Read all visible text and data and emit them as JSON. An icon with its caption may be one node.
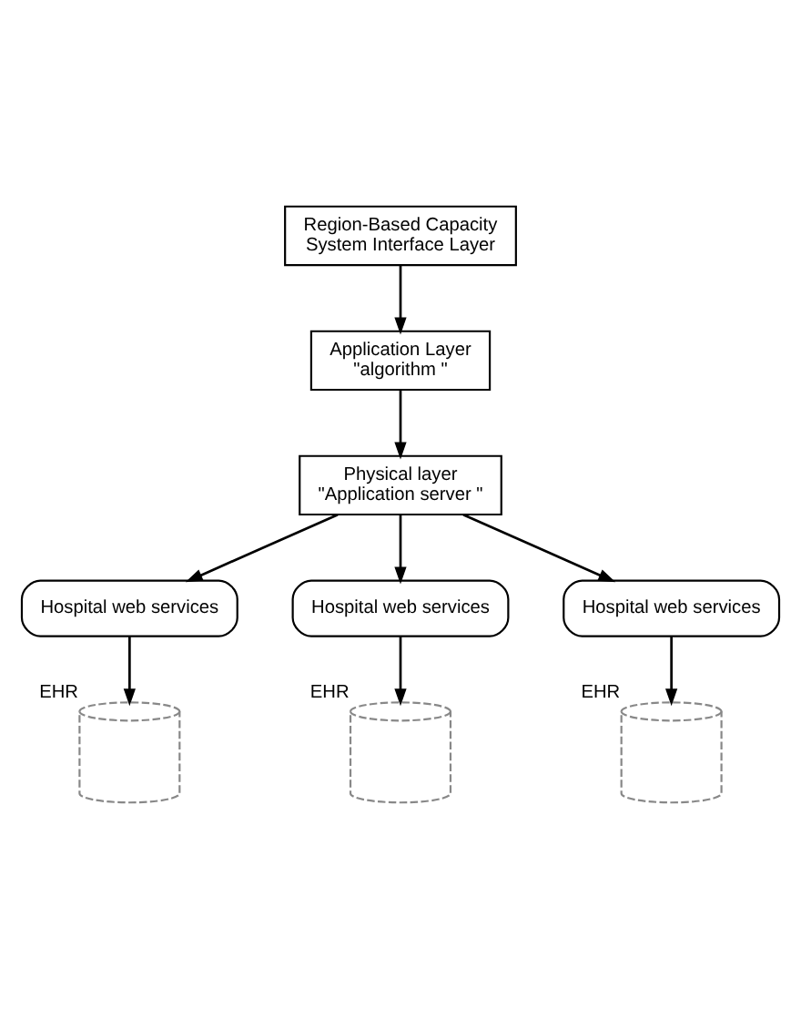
{
  "diagram": {
    "nodes": [
      {
        "text": [
          "Region-Based Capacity System Interface Layer"
        ]
      },
      {
        "text": [
          "Application Layer",
          "\"algorithm \""
        ]
      },
      {
        "text": [
          "Physical layer",
          "\"Application server \""
        ]
      },
      {
        "text": [
          "Hospital web services"
        ]
      },
      {
        "text": [
          "Hospital web services"
        ]
      },
      {
        "text": [
          "Hospital web services"
        ]
      },
      {
        "text": [],
        "shape": "cylinder",
        "beside": [
          "EHR"
        ]
      },
      {
        "text": [],
        "shape": "cylinder",
        "beside": [
          "EHR"
        ]
      },
      {
        "text": [],
        "shape": "cylinder",
        "beside": [
          "EHR"
        ]
      }
    ],
    "edges": [
      {
        "from": 0,
        "to": 1,
        "arrow": "to"
      },
      {
        "from": 1,
        "to": 2,
        "arrow": "to"
      },
      {
        "from": 2,
        "to": 3,
        "arrow": "to"
      },
      {
        "from": 2,
        "to": 4,
        "arrow": "to"
      },
      {
        "from": 2,
        "to": 5,
        "arrow": "to"
      },
      {
        "from": 3,
        "to": 6,
        "arrow": "to"
      },
      {
        "from": 4,
        "to": 7,
        "arrow": "to"
      },
      {
        "from": 5,
        "to": 8,
        "arrow": "to"
      }
    ]
  }
}
